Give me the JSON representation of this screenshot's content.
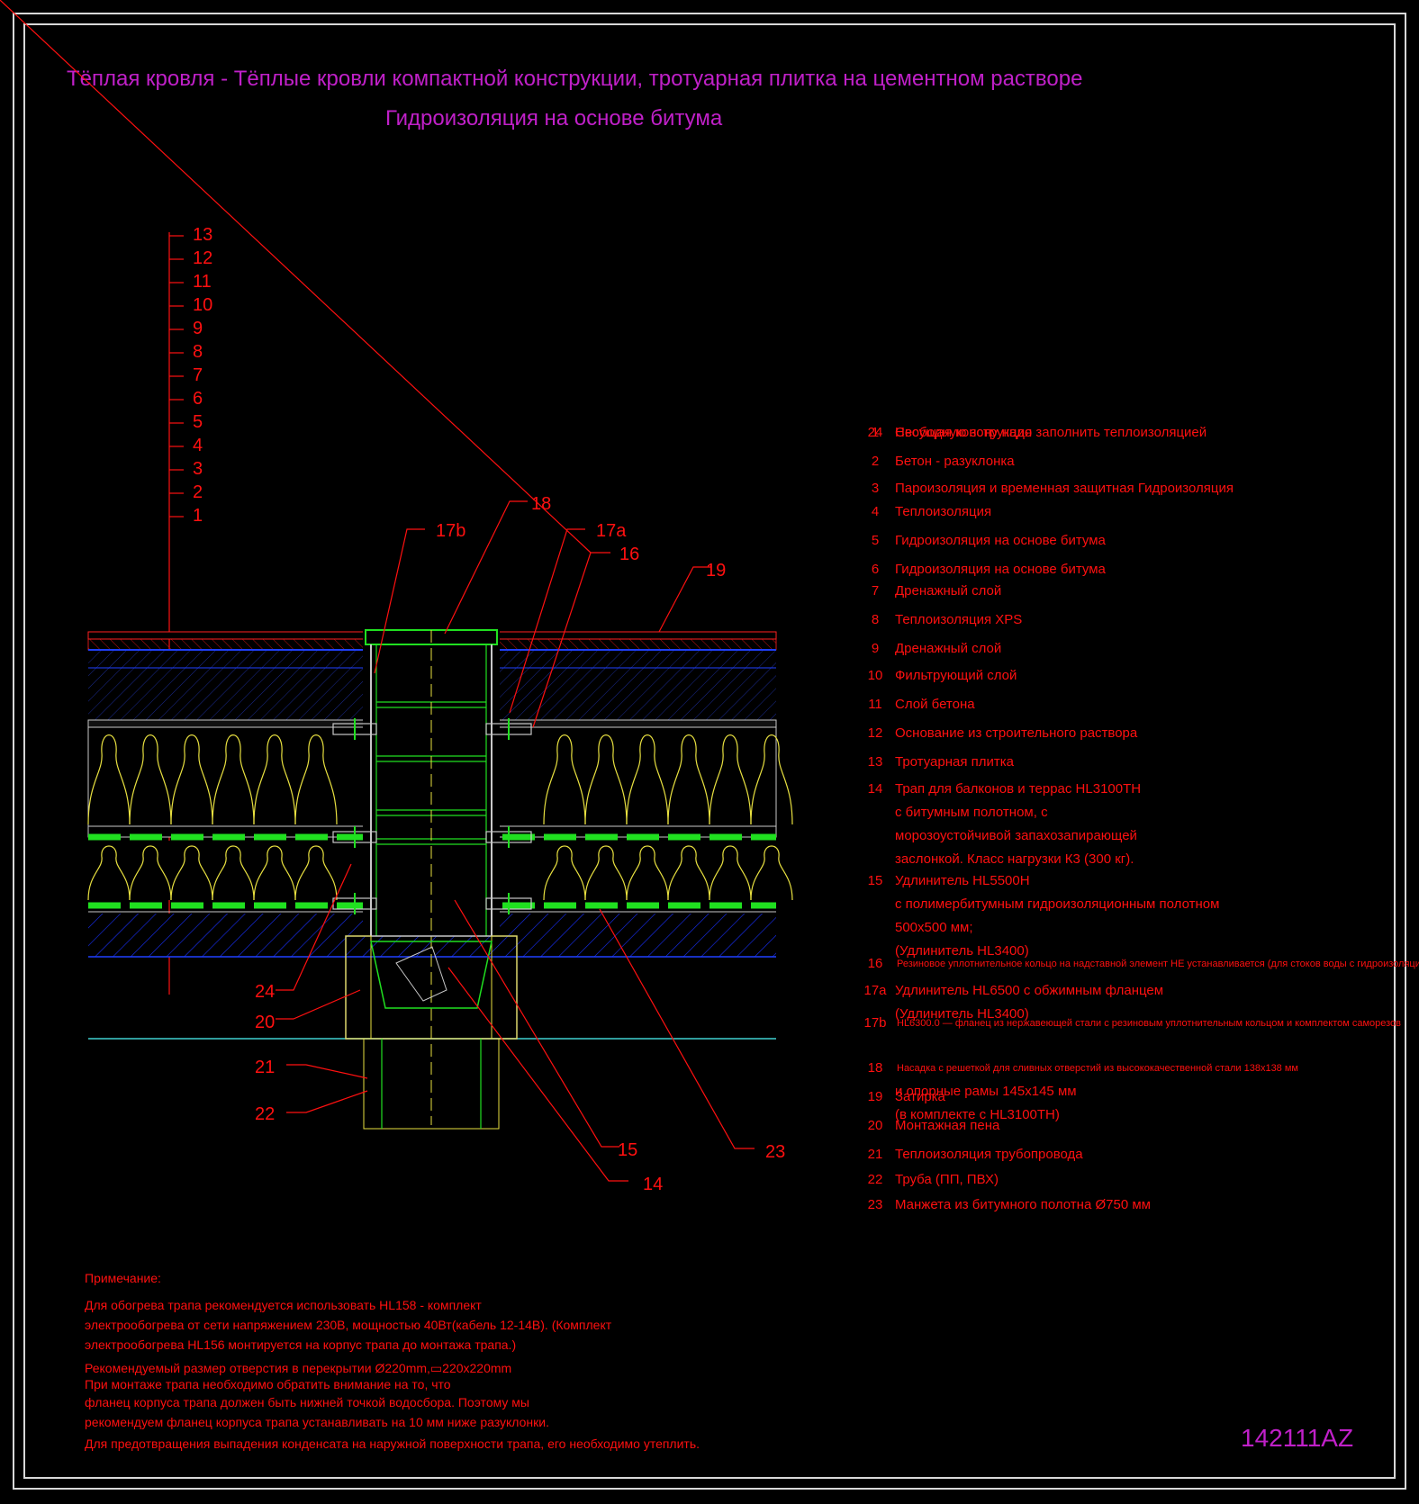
{
  "title": {
    "line1": "Тёплая кровля - Тёплые кровли компактной конструкции, тротуарная плитка на цементном растворе",
    "line2": "Гидроизоляция на основе битума"
  },
  "layer_scale": [
    "13",
    "12",
    "11",
    "10",
    "9",
    "8",
    "7",
    "6",
    "5",
    "4",
    "3",
    "2",
    "1"
  ],
  "callouts": {
    "c17b": "17b",
    "c18": "18",
    "c17a": "17a",
    "c16": "16",
    "c19": "19",
    "c24": "24",
    "c20": "20",
    "c21": "21",
    "c22": "22",
    "c15": "15",
    "c14": "14",
    "c23": "23"
  },
  "legend": [
    {
      "num": "1",
      "lines": [
        "Несущая конструкция"
      ]
    },
    {
      "num": "2",
      "lines": [
        "Бетон - разуклонка"
      ]
    },
    {
      "num": "3",
      "lines": [
        "Пароизоляция и временная защитная Гидроизоляция"
      ]
    },
    {
      "num": "4",
      "lines": [
        "Теплоизоляция"
      ]
    },
    {
      "num": "5",
      "lines": [
        "Гидроизоляция на основе битума"
      ]
    },
    {
      "num": "6",
      "lines": [
        "Гидроизоляция на основе битума"
      ]
    },
    {
      "num": "7",
      "lines": [
        "Дренажный слой"
      ]
    },
    {
      "num": "8",
      "lines": [
        "Теплоизоляция XPS"
      ]
    },
    {
      "num": "9",
      "lines": [
        "Дренажный слой"
      ]
    },
    {
      "num": "10",
      "lines": [
        "Фильтрующий слой"
      ]
    },
    {
      "num": "11",
      "lines": [
        "Слой бетона"
      ]
    },
    {
      "num": "12",
      "lines": [
        "Основание из строительного раствора"
      ]
    },
    {
      "num": "13",
      "lines": [
        "Тротуарная плитка"
      ]
    },
    {
      "num": "14",
      "lines": [
        "Трап для балконов и террас HL3100TH",
        "с битумным полотном, с",
        "морозоустойчивой запахозапирающей",
        "заслонкой. Класс нагрузки К3 (300 кг)."
      ]
    },
    {
      "num": "15",
      "lines": [
        "Удлинитель HL5500H",
        " с полимербитумным гидроизоляционным полотном",
        "500х500 мм;",
        "(Удлинитель HL3400)"
      ]
    },
    {
      "num": "16",
      "lines": [
        "Резиновое уплотнительное кольцо на надставной элемент НЕ устанавливается (для стоков воды с гидроизоляции)"
      ],
      "small": true
    },
    {
      "num": "17a",
      "lines": [
        "Удлинитель HL6500 с обжимным фланцем",
        "(Удлинитель HL3400)"
      ]
    },
    {
      "num": "17b",
      "lines": [
        "HL6300.0 — фланец из нержавеющей стали с резиновым уплотнительным кольцом и комплектом саморезов"
      ],
      "small": true
    },
    {
      "num": "18",
      "lines": [
        "Насадка с решеткой для сливных отверстий из высококачественной стали 138х138 мм",
        "и опорные рамы 145х145 мм",
        "(в комплекте с HL3100TH)"
      ],
      "small_first": true
    },
    {
      "num": "19",
      "lines": [
        "Затирка"
      ]
    },
    {
      "num": "20",
      "lines": [
        "Монтажная пена"
      ]
    },
    {
      "num": "21",
      "lines": [
        "Теплоизоляция трубопровода"
      ]
    },
    {
      "num": "22",
      "lines": [
        "Труба (ПП, ПВХ)"
      ]
    },
    {
      "num": "23",
      "lines": [
        "Манжета из битумного полотна Ø750 мм"
      ]
    },
    {
      "num": "24",
      "lines": [
        "Свободную зону надо заполнить теплоизоляцией"
      ]
    }
  ],
  "notes": {
    "heading": "Примечание:",
    "lines": [
      "Для обогрева трапа рекомендуется использовать HL158 - комплект",
      "электрообогрева от сети напряжением 230В, мощностью 40Вт(кабель 12-14В). (Комплект",
      "электрообогрева HL156 монтируется на корпус трапа до монтажа трапа.)",
      "Рекомендуемый размер отверстия в перекрытии Ø220mm,▭220х220mm",
      "При монтаже трапа необходимо обратить внимание на то, что",
      "фланец корпуса трапа должен быть нижней точкой водосбора. Поэтому мы",
      "рекомендуем фланец корпуса трапа устанавливать на 10 мм ниже разуклонки.",
      "Для предотвращения выпадения конденсата на наружной поверхности трапа, его необходимо утеплить."
    ]
  },
  "drawing_code": "142111AZ",
  "colors": {
    "title": "#c020c8",
    "annotation": "#ff1010",
    "insulation": "#e8e040",
    "drain_layer": "#20e020",
    "concrete_hatch": "#2040ff",
    "frame": "#d8d8d8",
    "pipe_line": "#40d0d0"
  }
}
